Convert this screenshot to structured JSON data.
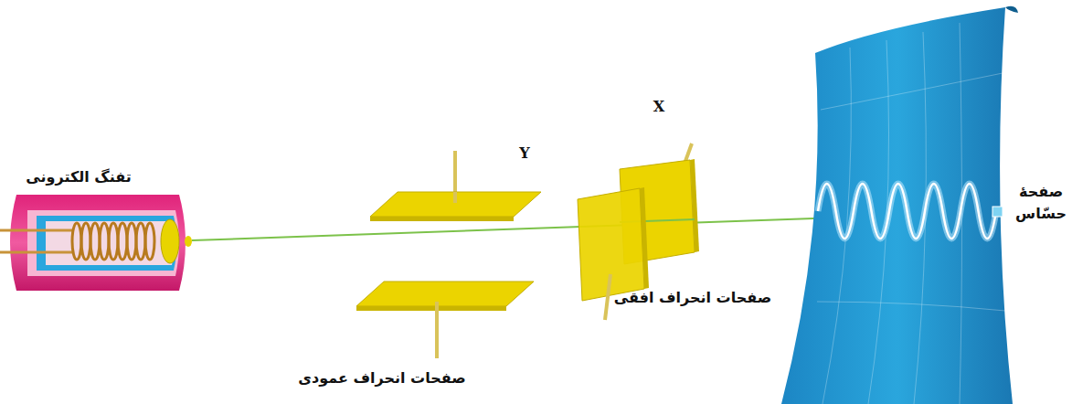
{
  "diagram": {
    "labels": [
      "تفنگ الکترونی",
      "Y",
      "X",
      "صفحات انحراف افقی",
      "صفحات انحراف عمودی",
      "صفحهٔ حسّاس"
    ]
  }
}
